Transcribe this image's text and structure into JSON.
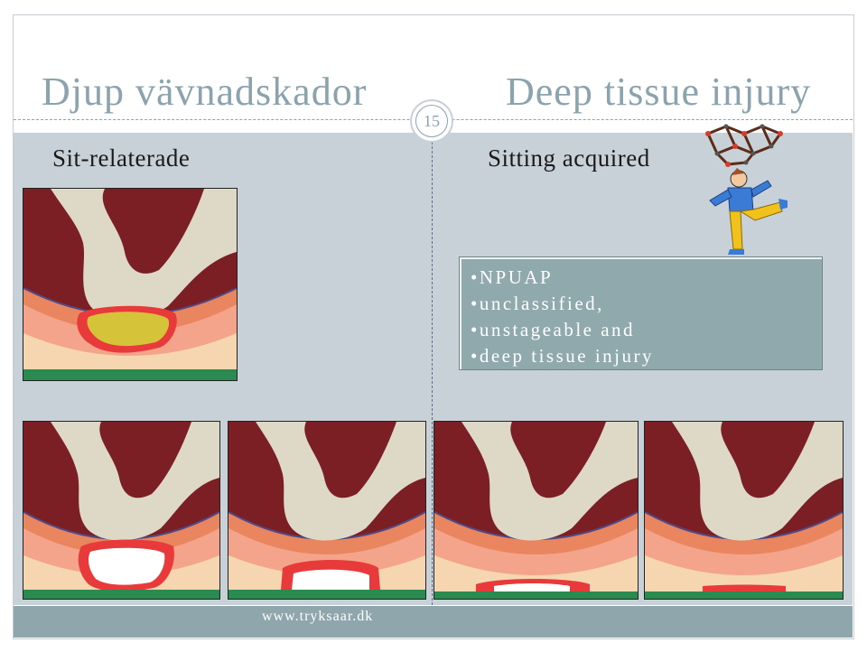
{
  "slide": {
    "title_left": "Djup vävnadskador",
    "title_right": "Deep tissue injury",
    "page_number": "15",
    "subtitle_left": "Sit-relaterade",
    "subtitle_right": "Sitting acquired",
    "info_lines": [
      "•NPUAP",
      "•unclassified,",
      "•unstageable and",
      "•deep tissue injury"
    ],
    "footer": "www.tryksaar.dk"
  },
  "colors": {
    "title": "#8aa3ad",
    "band": "#c9d1d8",
    "info_box": "#8fa9ac",
    "muscle": "#7b1f24",
    "bone": "#d9d7c6",
    "wound_border": "#e83a3a",
    "skin_base": "#2a8a4f"
  },
  "illustrations": [
    {
      "name": "deep-tissue-injury-illustration",
      "wound": "yellow-slough"
    },
    {
      "name": "stage-illustration-1",
      "wound": "deep-open"
    },
    {
      "name": "stage-illustration-2",
      "wound": "partial"
    },
    {
      "name": "stage-illustration-3",
      "wound": "shallow"
    },
    {
      "name": "stage-illustration-4",
      "wound": "intact-redness"
    }
  ],
  "icons": {
    "mascot": "acrobat-balancing-molecule-clipart"
  }
}
